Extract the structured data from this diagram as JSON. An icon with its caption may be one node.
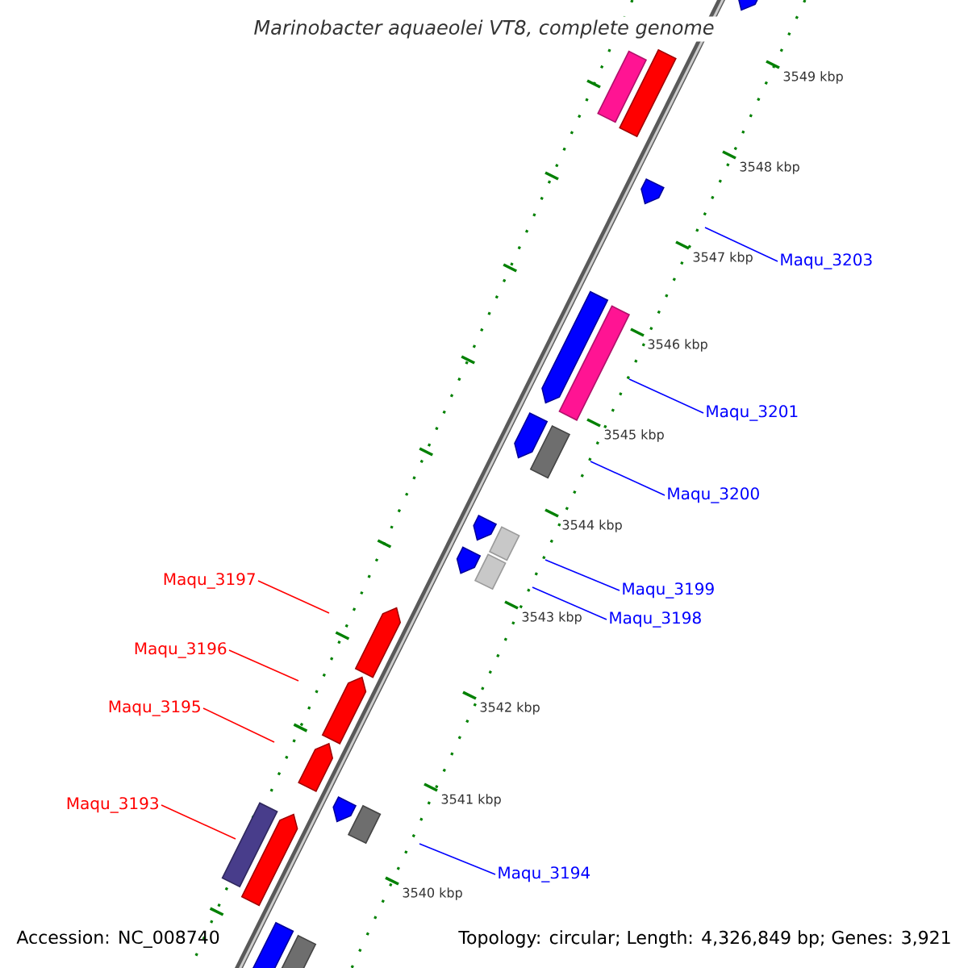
{
  "diagram": {
    "title": "Marinobacter aquaeolei VT8, complete genome",
    "nodes": [
      {
        "text": [
          "Maqu_3203"
        ]
      },
      {
        "text": [
          "Maqu_3201"
        ]
      },
      {
        "text": [
          "Maqu_3200"
        ]
      },
      {
        "text": [
          "Maqu_3197"
        ]
      },
      {
        "text": [
          "Maqu_3199"
        ]
      },
      {
        "text": [
          "Maqu_3198"
        ]
      },
      {
        "text": [
          "Maqu_3196"
        ]
      },
      {
        "text": [
          "Maqu_3195"
        ]
      },
      {
        "text": [
          "Maqu_3193"
        ]
      },
      {
        "text": [
          "Maqu_3194"
        ]
      }
    ],
    "edges": [
      {
        "from": 0,
        "to": null,
        "arrow": "none"
      },
      {
        "from": 1,
        "to": null,
        "arrow": "none"
      },
      {
        "from": 2,
        "to": null,
        "arrow": "none"
      },
      {
        "from": 3,
        "to": null,
        "arrow": "none",
        "color": "#ff0000"
      },
      {
        "from": 4,
        "to": null,
        "arrow": "none"
      },
      {
        "from": 5,
        "to": null,
        "arrow": "none"
      },
      {
        "from": 6,
        "to": null,
        "arrow": "none",
        "color": "#ff0000"
      },
      {
        "from": 7,
        "to": null,
        "arrow": "none",
        "color": "#ff0000"
      },
      {
        "from": 8,
        "to": null,
        "arrow": "none",
        "color": "#ff0000"
      },
      {
        "from": 9,
        "to": null,
        "arrow": "none"
      }
    ],
    "labels": [
      "3549 kbp",
      "3548 kbp",
      "3547 kbp",
      "3546 kbp",
      "3545 kbp",
      "3544 kbp",
      "3543 kbp",
      "3542 kbp",
      "3541 kbp",
      "3540 kbp",
      "Accession: NC_008740",
      "Topology: circular; Length: 4,326,849 bp; Genes: 3,921"
    ]
  }
}
